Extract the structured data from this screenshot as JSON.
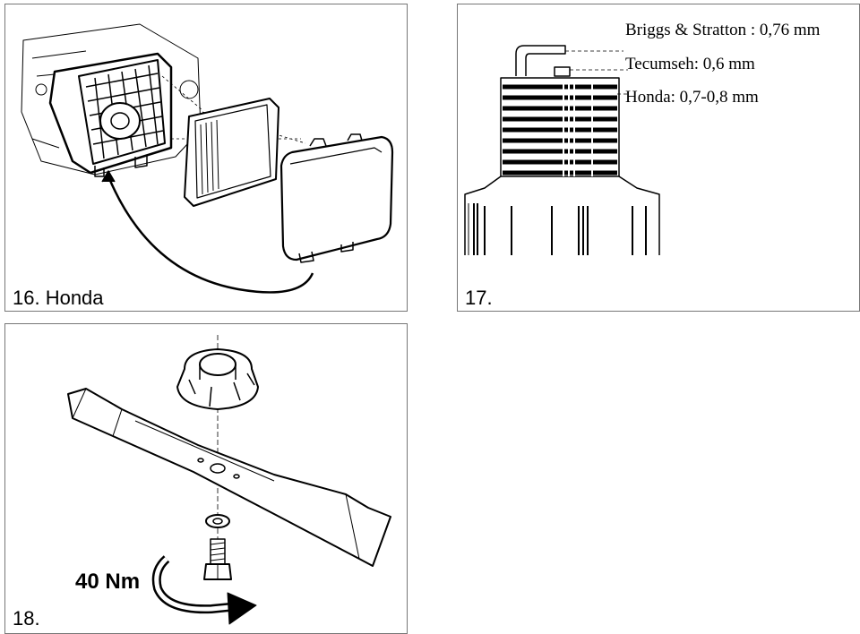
{
  "panels": {
    "p16": {
      "caption": "16. Honda"
    },
    "p17": {
      "caption": "17.",
      "gaps": [
        {
          "label": "Briggs & Stratton : 0,76 mm"
        },
        {
          "label": "Tecumseh: 0,6 mm"
        },
        {
          "label": "Honda: 0,7-0,8 mm"
        }
      ]
    },
    "p18": {
      "caption": "18.",
      "torque": "40 Nm"
    }
  }
}
